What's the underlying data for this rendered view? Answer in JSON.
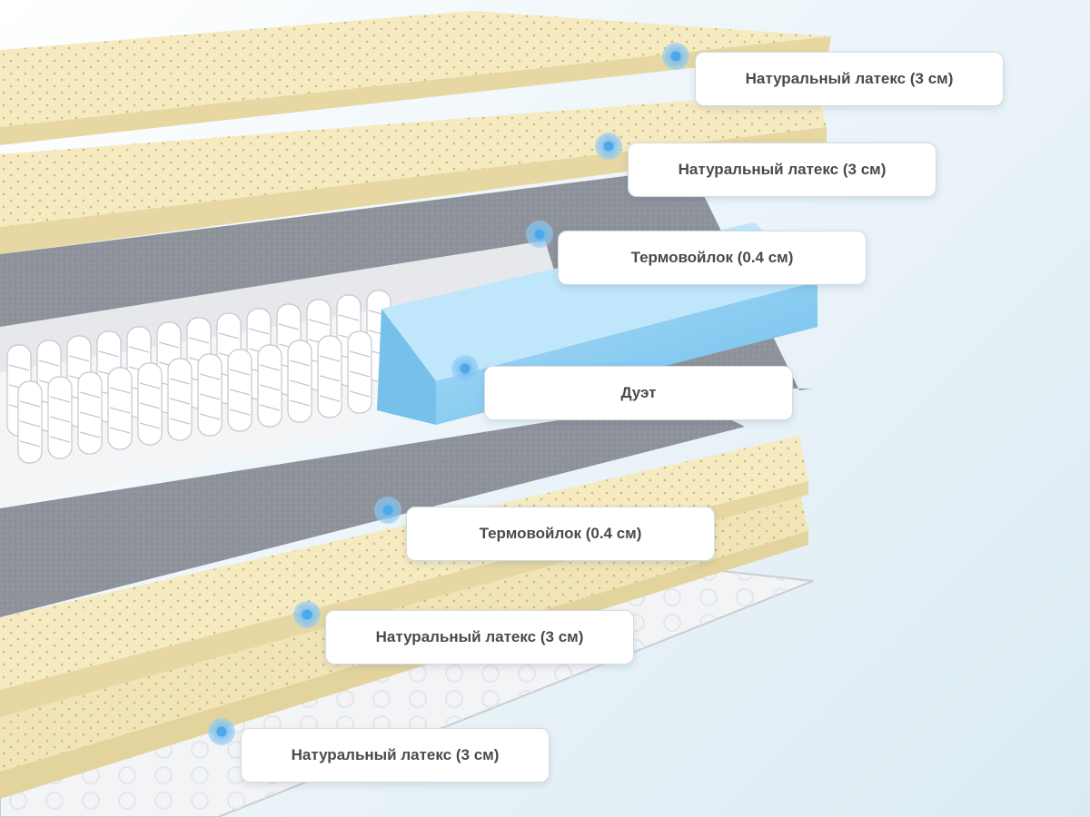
{
  "layers": [
    {
      "label": "Натуральный латекс (3 см)"
    },
    {
      "label": "Натуральный латекс (3 см)"
    },
    {
      "label": "Термовойлок (0.4 см)"
    },
    {
      "label": "Дуэт"
    },
    {
      "label": "Термовойлок (0.4 см)"
    },
    {
      "label": "Натуральный латекс (3 см)"
    },
    {
      "label": "Натуральный латекс (3 см)"
    }
  ],
  "colors": {
    "latex": "#f6eac0",
    "felt": "#8e939b",
    "springs": "#f1f2f4",
    "foam": "#8cccf2",
    "cover": "#f7f8fa",
    "marker": "#4aa8ec"
  }
}
